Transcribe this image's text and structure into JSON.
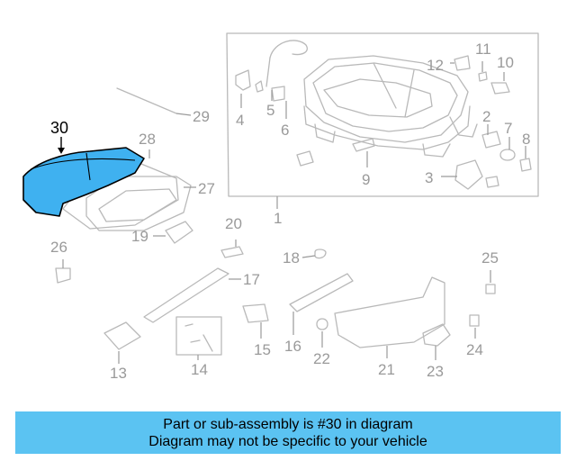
{
  "diagram": {
    "highlight_color": "#3fb1f0",
    "highlighted_part": "30",
    "callouts": {
      "c1": "1",
      "c2": "2",
      "c3": "3",
      "c4": "4",
      "c5": "5",
      "c6": "6",
      "c7": "7",
      "c8": "8",
      "c9": "9",
      "c10": "10",
      "c11": "11",
      "c12": "12",
      "c13": "13",
      "c14": "14",
      "c15": "15",
      "c16": "16",
      "c17": "17",
      "c18": "18",
      "c19": "19",
      "c20": "20",
      "c21": "21",
      "c22": "22",
      "c23": "23",
      "c24": "24",
      "c25": "25",
      "c26": "26",
      "c27": "27",
      "c28": "28",
      "c29": "29",
      "c30": "30"
    }
  },
  "banner": {
    "background": "#5bc3f2",
    "line1": "Part or sub-assembly is #30 in diagram",
    "line2": "Diagram may not be specific to your vehicle"
  }
}
